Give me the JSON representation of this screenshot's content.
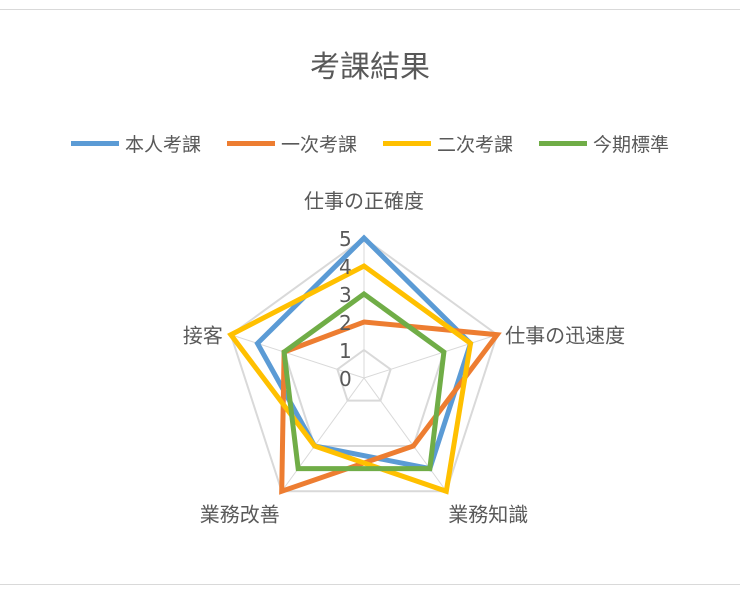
{
  "chart_data": {
    "type": "radar",
    "title": "考課結果",
    "categories": [
      "仕事の正確度",
      "仕事の迅速度",
      "業務知識",
      "業務改善",
      "接客"
    ],
    "axis_ticks": [
      "0",
      "1",
      "2",
      "3",
      "4",
      "5"
    ],
    "rlim": [
      0,
      5
    ],
    "legend_position": "top",
    "series": [
      {
        "name": "本人考課",
        "color": "#5b9bd5",
        "values": [
          5,
          4,
          4,
          3,
          4
        ]
      },
      {
        "name": "一次考課",
        "color": "#ed7d31",
        "values": [
          2,
          5,
          3,
          5,
          3
        ]
      },
      {
        "name": "二次考課",
        "color": "#ffc000",
        "values": [
          4,
          4,
          5,
          3,
          5
        ]
      },
      {
        "name": "今期標準",
        "color": "#70ad47",
        "values": [
          3,
          3,
          4,
          4,
          3
        ]
      }
    ]
  }
}
